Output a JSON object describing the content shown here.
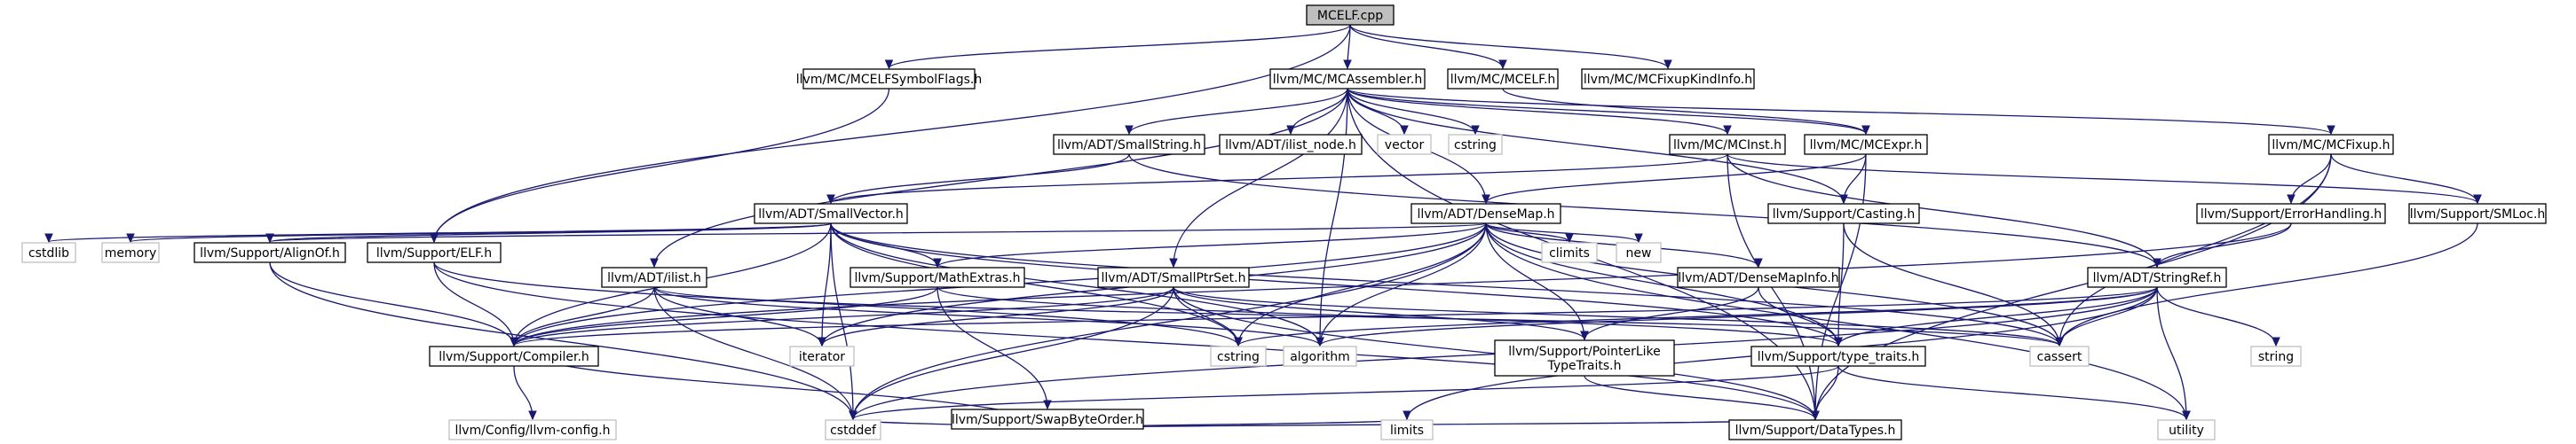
{
  "graph": {
    "root": "MCELF.cpp",
    "nodes": [
      {
        "id": "root",
        "label": [
          "MCELF.cpp"
        ],
        "kind": "root"
      },
      {
        "id": "symflags",
        "label": [
          "llvm/MC/MCELFSymbolFlags.h"
        ],
        "kind": "link"
      },
      {
        "id": "assembler",
        "label": [
          "llvm/MC/MCAssembler.h"
        ],
        "kind": "link"
      },
      {
        "id": "mcelfh",
        "label": [
          "llvm/MC/MCELF.h"
        ],
        "kind": "link"
      },
      {
        "id": "fixupkind",
        "label": [
          "llvm/MC/MCFixupKindInfo.h"
        ],
        "kind": "link"
      },
      {
        "id": "smallstring",
        "label": [
          "llvm/ADT/SmallString.h"
        ],
        "kind": "link"
      },
      {
        "id": "ilistnode",
        "label": [
          "llvm/ADT/ilist_node.h"
        ],
        "kind": "link"
      },
      {
        "id": "vector",
        "label": [
          "vector"
        ],
        "kind": "sys"
      },
      {
        "id": "cstring2",
        "label": [
          "cstring"
        ],
        "kind": "sys"
      },
      {
        "id": "mcinst",
        "label": [
          "llvm/MC/MCInst.h"
        ],
        "kind": "link"
      },
      {
        "id": "mcexpr",
        "label": [
          "llvm/MC/MCExpr.h"
        ],
        "kind": "link"
      },
      {
        "id": "mcfixup",
        "label": [
          "llvm/MC/MCFixup.h"
        ],
        "kind": "link"
      },
      {
        "id": "smallvector",
        "label": [
          "llvm/ADT/SmallVector.h"
        ],
        "kind": "link"
      },
      {
        "id": "densemap",
        "label": [
          "llvm/ADT/DenseMap.h"
        ],
        "kind": "link"
      },
      {
        "id": "casting",
        "label": [
          "llvm/Support/Casting.h"
        ],
        "kind": "link"
      },
      {
        "id": "errorhandling",
        "label": [
          "llvm/Support/ErrorHandling.h"
        ],
        "kind": "link"
      },
      {
        "id": "smloc",
        "label": [
          "llvm/Support/SMLoc.h"
        ],
        "kind": "link"
      },
      {
        "id": "cstdlib",
        "label": [
          "cstdlib"
        ],
        "kind": "sys"
      },
      {
        "id": "memory",
        "label": [
          "memory"
        ],
        "kind": "sys"
      },
      {
        "id": "alignof",
        "label": [
          "llvm/Support/AlignOf.h"
        ],
        "kind": "link"
      },
      {
        "id": "elfh",
        "label": [
          "llvm/Support/ELF.h"
        ],
        "kind": "link"
      },
      {
        "id": "ilist",
        "label": [
          "llvm/ADT/ilist.h"
        ],
        "kind": "link"
      },
      {
        "id": "mathextras",
        "label": [
          "llvm/Support/MathExtras.h"
        ],
        "kind": "link"
      },
      {
        "id": "smallptrset",
        "label": [
          "llvm/ADT/SmallPtrSet.h"
        ],
        "kind": "link"
      },
      {
        "id": "climits",
        "label": [
          "climits"
        ],
        "kind": "sys"
      },
      {
        "id": "new",
        "label": [
          "new"
        ],
        "kind": "sys"
      },
      {
        "id": "densemapinfo",
        "label": [
          "llvm/ADT/DenseMapInfo.h"
        ],
        "kind": "link"
      },
      {
        "id": "stringref",
        "label": [
          "llvm/ADT/StringRef.h"
        ],
        "kind": "link"
      },
      {
        "id": "compiler",
        "label": [
          "llvm/Support/Compiler.h"
        ],
        "kind": "link"
      },
      {
        "id": "iterator",
        "label": [
          "iterator"
        ],
        "kind": "sys"
      },
      {
        "id": "cstring",
        "label": [
          "cstring"
        ],
        "kind": "sys"
      },
      {
        "id": "algorithm",
        "label": [
          "algorithm"
        ],
        "kind": "sys"
      },
      {
        "id": "pointerlike",
        "label": [
          "llvm/Support/PointerLike",
          "TypeTraits.h"
        ],
        "kind": "link"
      },
      {
        "id": "typetraits",
        "label": [
          "llvm/Support/type_traits.h"
        ],
        "kind": "link"
      },
      {
        "id": "cassert",
        "label": [
          "cassert"
        ],
        "kind": "sys"
      },
      {
        "id": "string",
        "label": [
          "string"
        ],
        "kind": "sys"
      },
      {
        "id": "swapbyteorder",
        "label": [
          "llvm/Support/SwapByteOrder.h"
        ],
        "kind": "link"
      },
      {
        "id": "llvmconfig",
        "label": [
          "llvm/Config/llvm-config.h"
        ],
        "kind": "sys"
      },
      {
        "id": "cstddef",
        "label": [
          "cstddef"
        ],
        "kind": "sys"
      },
      {
        "id": "limits",
        "label": [
          "limits"
        ],
        "kind": "sys"
      },
      {
        "id": "datatypes",
        "label": [
          "llvm/Support/DataTypes.h"
        ],
        "kind": "link"
      },
      {
        "id": "utility",
        "label": [
          "utility"
        ],
        "kind": "sys"
      }
    ],
    "edges": [
      [
        "root",
        "symflags"
      ],
      [
        "root",
        "assembler"
      ],
      [
        "root",
        "mcelfh"
      ],
      [
        "root",
        "fixupkind"
      ],
      [
        "root",
        "elfh"
      ],
      [
        "symflags",
        "elfh"
      ],
      [
        "assembler",
        "smallstring"
      ],
      [
        "assembler",
        "ilistnode"
      ],
      [
        "assembler",
        "vector"
      ],
      [
        "assembler",
        "cstring2"
      ],
      [
        "assembler",
        "mcinst"
      ],
      [
        "assembler",
        "mcexpr"
      ],
      [
        "assembler",
        "mcfixup"
      ],
      [
        "assembler",
        "densemap"
      ],
      [
        "assembler",
        "casting"
      ],
      [
        "assembler",
        "smallptrset"
      ],
      [
        "assembler",
        "ilist"
      ],
      [
        "assembler",
        "algorithm"
      ],
      [
        "assembler",
        "datatypes"
      ],
      [
        "mcelfh",
        "mcexpr"
      ],
      [
        "smallstring",
        "smallvector"
      ],
      [
        "smallstring",
        "stringref"
      ],
      [
        "mcinst",
        "smallvector"
      ],
      [
        "mcinst",
        "smloc"
      ],
      [
        "mcinst",
        "stringref"
      ],
      [
        "mcinst",
        "datatypes"
      ],
      [
        "mcexpr",
        "casting"
      ],
      [
        "mcexpr",
        "densemap"
      ],
      [
        "mcexpr",
        "datatypes"
      ],
      [
        "mcfixup",
        "errorhandling"
      ],
      [
        "mcfixup",
        "smloc"
      ],
      [
        "mcfixup",
        "cassert"
      ],
      [
        "mcfixup",
        "datatypes"
      ],
      [
        "smallvector",
        "cstdlib"
      ],
      [
        "smallvector",
        "memory"
      ],
      [
        "smallvector",
        "alignof"
      ],
      [
        "smallvector",
        "mathextras"
      ],
      [
        "smallvector",
        "compiler"
      ],
      [
        "smallvector",
        "iterator"
      ],
      [
        "smallvector",
        "cstring"
      ],
      [
        "smallvector",
        "algorithm"
      ],
      [
        "smallvector",
        "cstddef"
      ],
      [
        "smallvector",
        "cassert"
      ],
      [
        "smallvector",
        "typetraits"
      ],
      [
        "densemap",
        "alignof"
      ],
      [
        "densemap",
        "mathextras"
      ],
      [
        "densemap",
        "compiler"
      ],
      [
        "densemap",
        "climits"
      ],
      [
        "densemap",
        "new"
      ],
      [
        "densemap",
        "densemapinfo"
      ],
      [
        "densemap",
        "cstring"
      ],
      [
        "densemap",
        "algorithm"
      ],
      [
        "densemap",
        "iterator"
      ],
      [
        "densemap",
        "pointerlike"
      ],
      [
        "densemap",
        "typetraits"
      ],
      [
        "densemap",
        "cassert"
      ],
      [
        "densemap",
        "utility"
      ],
      [
        "densemap",
        "cstddef"
      ],
      [
        "casting",
        "typetraits"
      ],
      [
        "casting",
        "cassert"
      ],
      [
        "errorhandling",
        "stringref"
      ],
      [
        "errorhandling",
        "compiler"
      ],
      [
        "smloc",
        "cassert"
      ],
      [
        "alignof",
        "compiler"
      ],
      [
        "alignof",
        "cstddef"
      ],
      [
        "elfh",
        "compiler"
      ],
      [
        "elfh",
        "datatypes"
      ],
      [
        "elfh",
        "cstring"
      ],
      [
        "ilist",
        "compiler"
      ],
      [
        "ilist",
        "iterator"
      ],
      [
        "ilist",
        "algorithm"
      ],
      [
        "ilist",
        "cassert"
      ],
      [
        "ilist",
        "cstddef"
      ],
      [
        "mathextras",
        "compiler"
      ],
      [
        "mathextras",
        "swapbyteorder"
      ],
      [
        "mathextras",
        "typetraits"
      ],
      [
        "smallptrset",
        "compiler"
      ],
      [
        "smallptrset",
        "pointerlike"
      ],
      [
        "smallptrset",
        "datatypes"
      ],
      [
        "smallptrset",
        "cstring"
      ],
      [
        "smallptrset",
        "iterator"
      ],
      [
        "smallptrset",
        "cassert"
      ],
      [
        "smallptrset",
        "cstddef"
      ],
      [
        "densemapinfo",
        "pointerlike"
      ],
      [
        "densemapinfo",
        "typetraits"
      ],
      [
        "stringref",
        "compiler"
      ],
      [
        "stringref",
        "algorithm"
      ],
      [
        "stringref",
        "cassert"
      ],
      [
        "stringref",
        "cstddef"
      ],
      [
        "stringref",
        "cstring"
      ],
      [
        "stringref",
        "limits"
      ],
      [
        "stringref",
        "string"
      ],
      [
        "stringref",
        "utility"
      ],
      [
        "stringref",
        "typetraits"
      ],
      [
        "compiler",
        "llvmconfig"
      ],
      [
        "pointerlike",
        "datatypes"
      ],
      [
        "typetraits",
        "datatypes"
      ],
      [
        "typetraits",
        "cstddef"
      ],
      [
        "typetraits",
        "utility"
      ],
      [
        "swapbyteorder",
        "compiler"
      ],
      [
        "swapbyteorder",
        "datatypes"
      ],
      [
        "swapbyteorder",
        "cstddef"
      ],
      [
        "swapbyteorder",
        "limits"
      ]
    ]
  }
}
